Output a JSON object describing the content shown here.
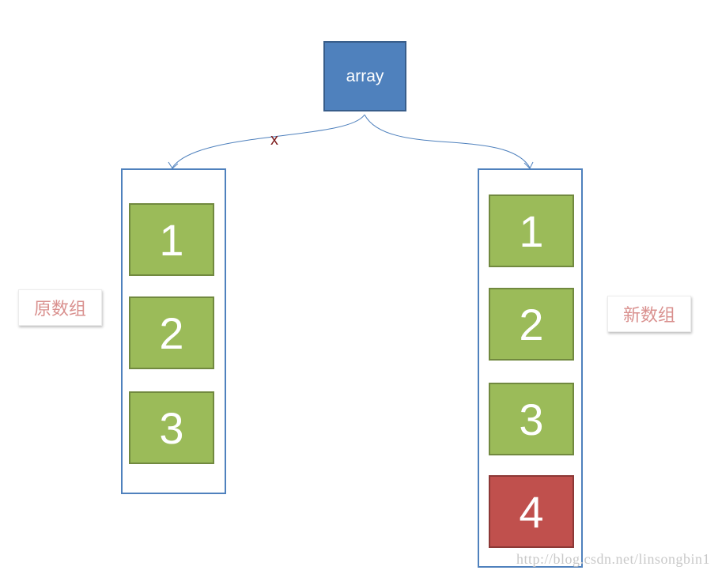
{
  "array_node": {
    "label": "array"
  },
  "cross_mark": "x",
  "original_array": {
    "label": "原数组",
    "items": [
      "1",
      "2",
      "3"
    ]
  },
  "new_array": {
    "label": "新数组",
    "items": [
      "1",
      "2",
      "3",
      "4"
    ],
    "added_item": "4"
  },
  "watermark": "http://blog.csdn.net/linsongbin1",
  "colors": {
    "array_fill": "#4f81bd",
    "container_border": "#4f81bd",
    "cell_fill": "#9bbb59",
    "added_cell_fill": "#c0504d",
    "label_text": "#d9908e",
    "connector": "#4f81bd"
  }
}
